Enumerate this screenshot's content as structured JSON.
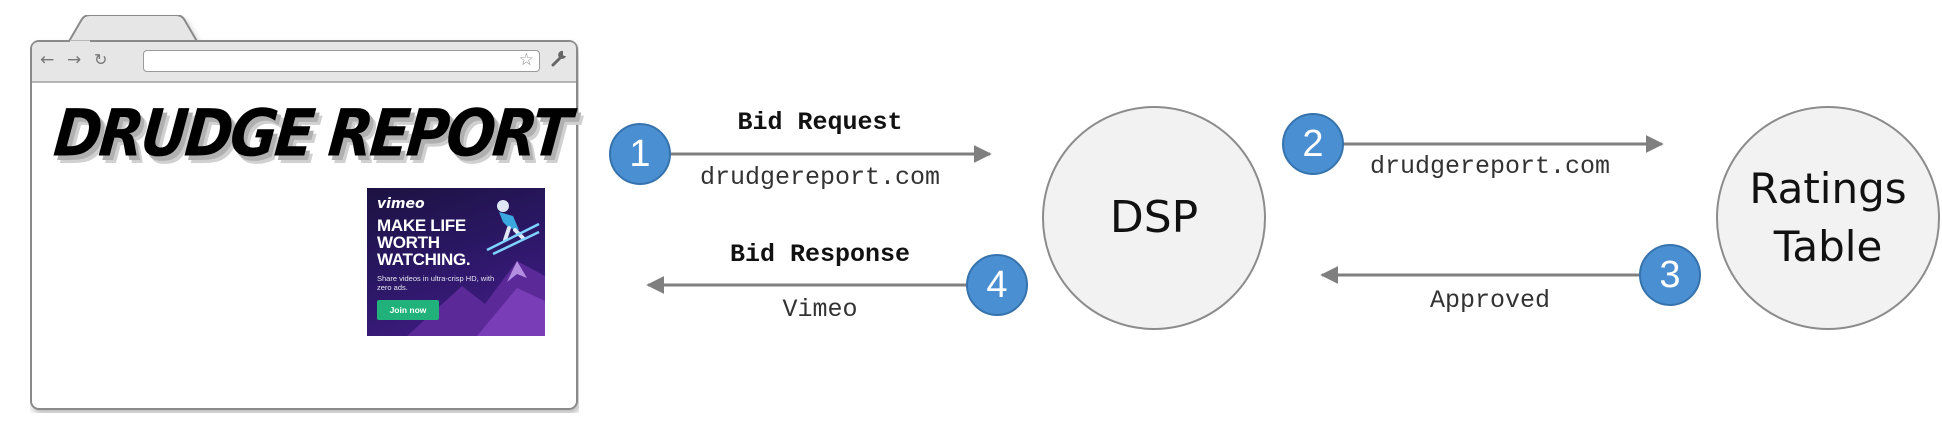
{
  "browser": {
    "nav_icons": [
      "arrow-left-icon",
      "arrow-right-icon",
      "reload-icon"
    ],
    "url_value": "",
    "logo_text": "DRUDGE REPORT",
    "ad": {
      "brand": "vimeo",
      "headline": "MAKE LIFE WORTH WATCHING.",
      "subtext": "Share videos in ultra-crisp HD, with zero ads.",
      "button_label": "Join now",
      "button_color": "#20b27a"
    }
  },
  "flow": {
    "bid_request": {
      "title": "Bid Request",
      "value": "drudgereport.com",
      "step": "1"
    },
    "bid_response": {
      "title": "Bid Response",
      "value": "Vimeo",
      "step": "4"
    },
    "dsp_to_table": {
      "value": "drudgereport.com",
      "step": "2"
    },
    "table_to_dsp": {
      "value": "Approved",
      "step": "3"
    }
  },
  "nodes": {
    "dsp": "DSP",
    "ratings_table_line1": "Ratings",
    "ratings_table_line2": "Table"
  },
  "colors": {
    "step_badge": "#4a8fd1",
    "node_fill": "#f2f2f2",
    "arrow": "#7f7f7f"
  }
}
